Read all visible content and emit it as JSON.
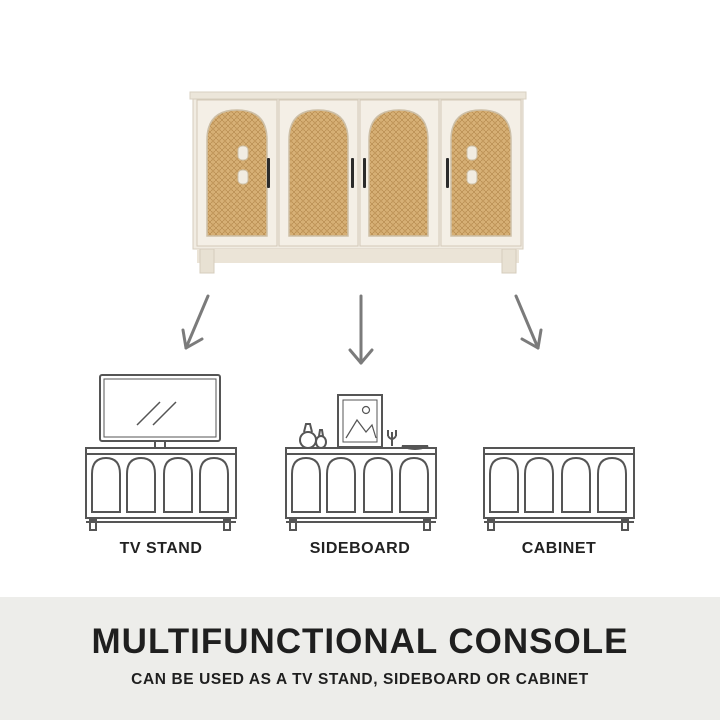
{
  "colors": {
    "background": "#ffffff",
    "banner": "#ededea",
    "cabinet_wood": "#f1ece2",
    "rattan": "#d9b47a",
    "line_art": "#555555",
    "text": "#1f1f1f"
  },
  "product_image": {
    "icon": "rattan-sideboard-photo"
  },
  "uses": [
    {
      "label": "TV STAND",
      "icon": "tv-stand-icon"
    },
    {
      "label": "SIDEBOARD",
      "icon": "sideboard-icon"
    },
    {
      "label": "CABINET",
      "icon": "cabinet-icon"
    }
  ],
  "banner": {
    "headline": "MULTIFUNCTIONAL CONSOLE",
    "subline": "CAN BE USED AS A TV STAND, SIDEBOARD OR CABINET"
  }
}
